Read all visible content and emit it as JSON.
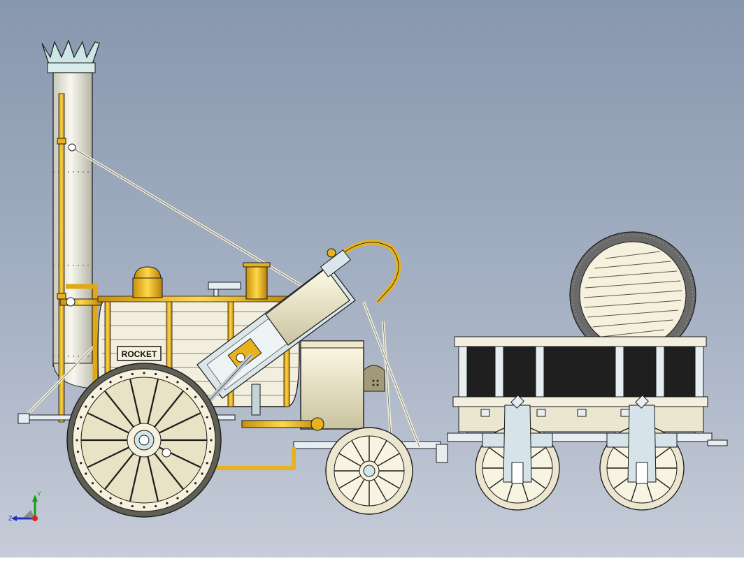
{
  "plate": {
    "text": "ROCKET"
  },
  "triad": {
    "y_label": "Y",
    "z_label": "Z"
  },
  "colors": {
    "background_top": "#8c9bb0",
    "background_bottom": "#c4cad6",
    "brass": "#e8b21f",
    "cream": "#f5f1dc",
    "steel": "#e6eef2",
    "dark_tank": "#1f1f1f",
    "outline": "#1a1a1a"
  }
}
